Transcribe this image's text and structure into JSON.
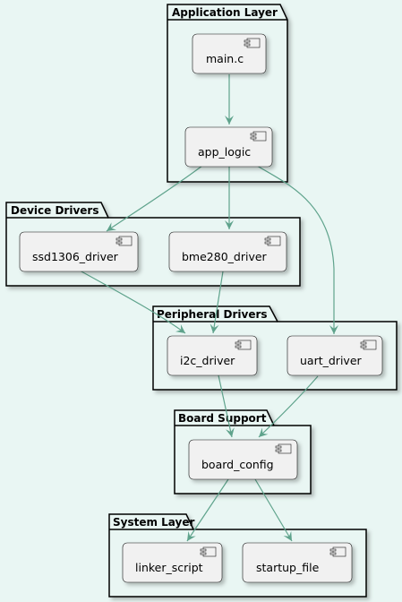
{
  "diagram": {
    "colors": {
      "background": "#e9f6f3",
      "package_fill": "#e9f6f3",
      "package_border": "#000000",
      "component_fill": "#f1f1f1",
      "component_border": "#181818",
      "arrow": "#5fa38c"
    },
    "packages": {
      "app": {
        "title": "Application Layer"
      },
      "dev": {
        "title": "Device Drivers"
      },
      "per": {
        "title": "Peripheral Drivers"
      },
      "board": {
        "title": "Board Support"
      },
      "sys": {
        "title": "System Layer"
      }
    },
    "components": {
      "main_c": {
        "label": "main.c",
        "icon": "component-icon"
      },
      "app_logic": {
        "label": "app_logic",
        "icon": "component-icon"
      },
      "ssd1306_driver": {
        "label": "ssd1306_driver",
        "icon": "component-icon"
      },
      "bme280_driver": {
        "label": "bme280_driver",
        "icon": "component-icon"
      },
      "i2c_driver": {
        "label": "i2c_driver",
        "icon": "component-icon"
      },
      "uart_driver": {
        "label": "uart_driver",
        "icon": "component-icon"
      },
      "board_config": {
        "label": "board_config",
        "icon": "component-icon"
      },
      "linker_script": {
        "label": "linker_script",
        "icon": "component-icon"
      },
      "startup_file": {
        "label": "startup_file",
        "icon": "component-icon"
      }
    },
    "edges": [
      {
        "from": "main.c",
        "to": "app_logic"
      },
      {
        "from": "app_logic",
        "to": "ssd1306_driver"
      },
      {
        "from": "app_logic",
        "to": "bme280_driver"
      },
      {
        "from": "app_logic",
        "to": "uart_driver"
      },
      {
        "from": "ssd1306_driver",
        "to": "i2c_driver"
      },
      {
        "from": "bme280_driver",
        "to": "i2c_driver"
      },
      {
        "from": "i2c_driver",
        "to": "board_config"
      },
      {
        "from": "uart_driver",
        "to": "board_config"
      },
      {
        "from": "board_config",
        "to": "linker_script"
      },
      {
        "from": "board_config",
        "to": "startup_file"
      }
    ]
  }
}
